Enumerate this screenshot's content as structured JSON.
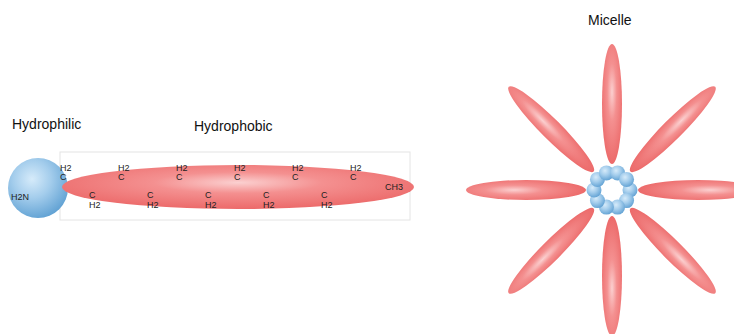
{
  "diagram": {
    "nodes": [
      {
        "text": [
          "Hydrophilic",
          "H2N"
        ]
      },
      {
        "text": [
          "Hydrophobic"
        ]
      }
    ],
    "labels": [
      "Micelle",
      "H2",
      "C",
      "H2",
      "C",
      "H2",
      "C",
      "H2",
      "C",
      "H2",
      "C",
      "H2",
      "C",
      "H2",
      "C",
      "H2",
      "C",
      "H2",
      "C",
      "H2",
      "C",
      "H2",
      "C",
      "CH3"
    ]
  }
}
